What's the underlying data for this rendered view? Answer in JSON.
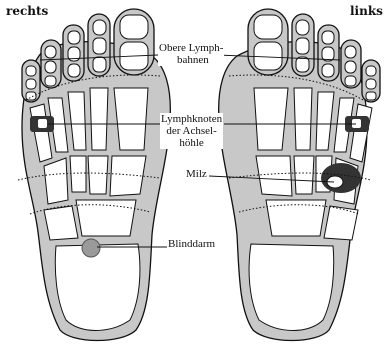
{
  "labels": {
    "right_foot": "rechts",
    "left_foot": "links"
  },
  "annotations": {
    "obere_lymph_line1": "Obere Lymph-",
    "obere_lymph_line2": "bahnen",
    "achsel_line1": "Lymphknoten",
    "achsel_line2": "der Achsel-",
    "achsel_line3": "höhle",
    "milz": "Milz",
    "blinddarm": "Blinddarm"
  },
  "colors": {
    "ink": "#111111",
    "bone_fill": "#ffffff",
    "foot_fill": "#c8c8c8",
    "zone_dark": "#333333",
    "blinddarm_fill": "#9a9a9a"
  }
}
